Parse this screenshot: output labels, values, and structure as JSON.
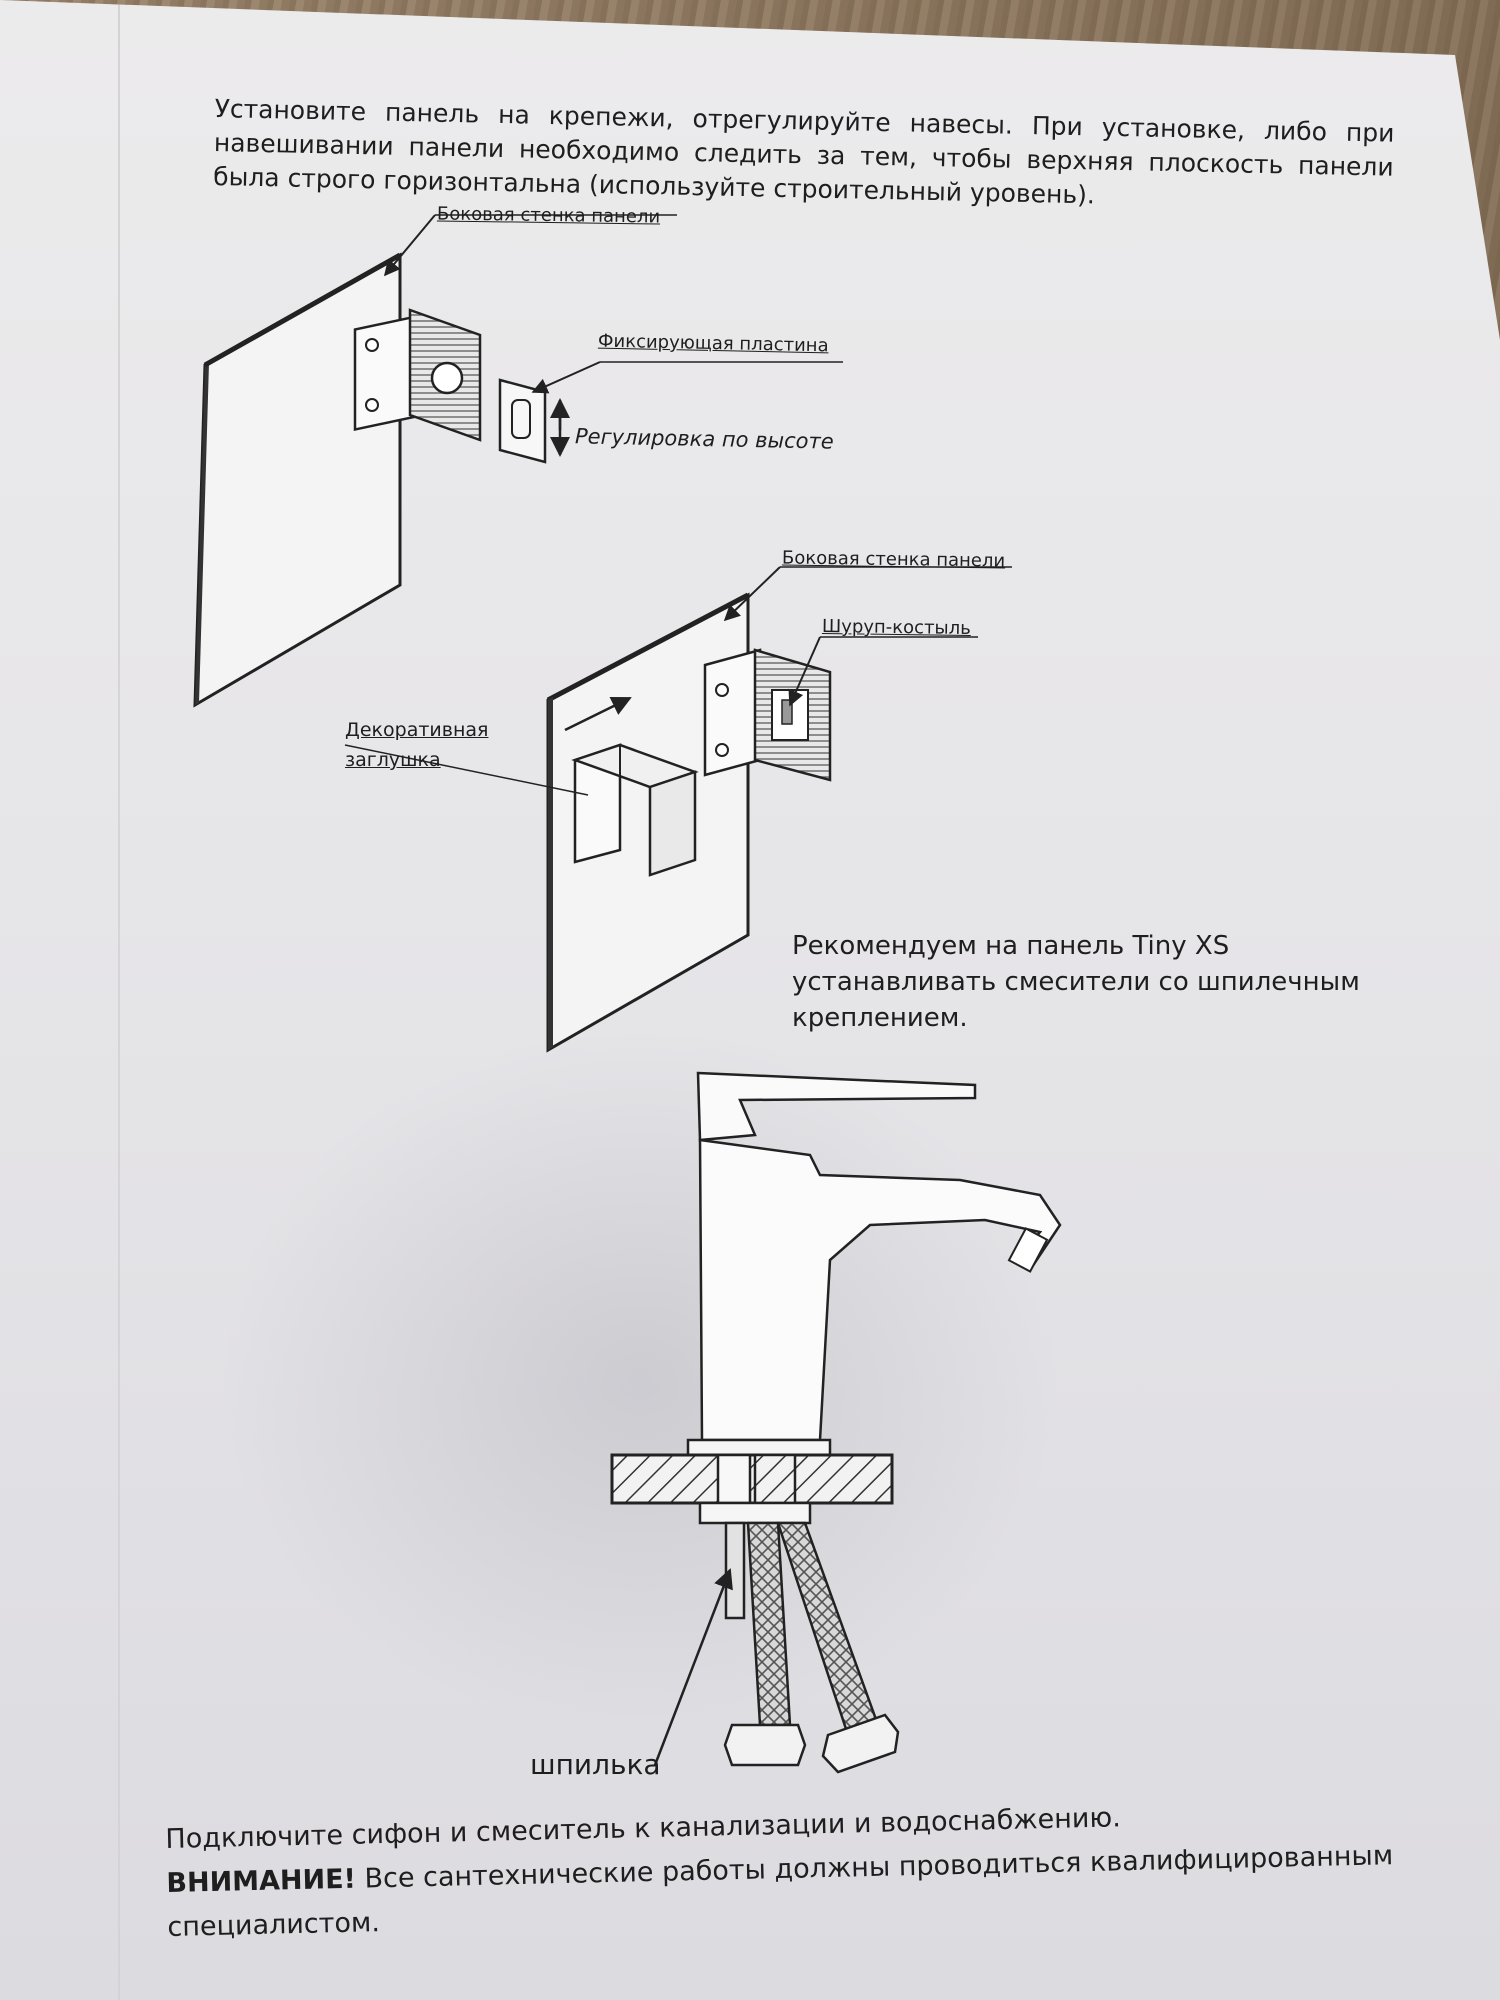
{
  "intro": "Установите панель на крепежи, отрегулируйте навесы. При установке, либо при навешивании панели необходимо следить за тем, чтобы верхняя плоскость панели была строго горизонтальна (используйте строительный уровень).",
  "labels": {
    "side_wall_1": "Боковая стенка панели",
    "fixing_plate": "Фиксирующая пластина",
    "height_adjust": "Регулировка по высоте",
    "side_wall_2": "Боковая стенка панели",
    "lag_screw": "Шуруп-костыль",
    "decorative_cap_line1": "Декоративная",
    "decorative_cap_line2": "заглушка",
    "stud": "шпилька"
  },
  "recommendation": "Рекомендуем на панель Tiny XS устанавливать смесители со шпилечным креплением.",
  "footer": {
    "connect": "Подключите сифон и смеситель к канализации и водоснабжению.",
    "warning_label": "ВНИМАНИЕ!",
    "warning_text": " Все сантехнические работы должны проводиться квалифицированным специалистом."
  }
}
